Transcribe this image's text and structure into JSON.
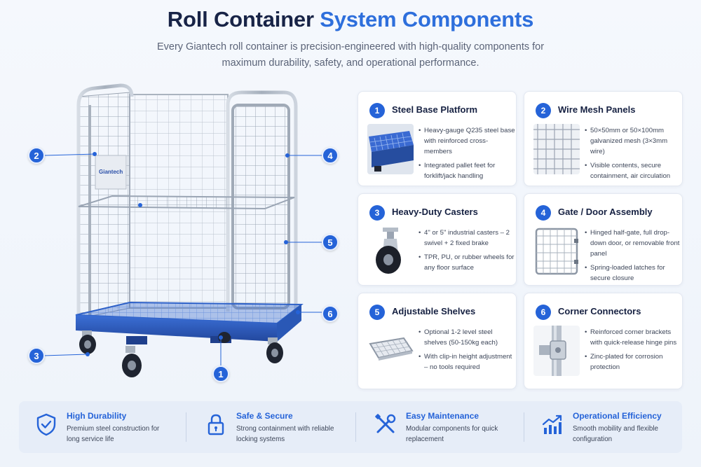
{
  "header": {
    "title_part1": "Roll Container",
    "title_part2": "System Components",
    "subtitle": "Every Giantech roll container is precision-engineered with high-quality components for maximum durability, safety, and operational performance."
  },
  "illustration": {
    "brand_label": "Giantech",
    "callouts": [
      "1",
      "2",
      "3",
      "4",
      "5",
      "6"
    ]
  },
  "components": [
    {
      "number": "1",
      "title": "Steel Base Platform",
      "icon": "steel-base-thumbnail",
      "bullets": [
        "Heavy-gauge Q235 steel base with reinforced cross-members",
        "Integrated pallet feet for forklift/jack handling"
      ]
    },
    {
      "number": "2",
      "title": "Wire Mesh Panels",
      "icon": "wire-mesh-thumbnail",
      "bullets": [
        "50×50mm or 50×100mm galvanized mesh (3×3mm wire)",
        "Visible contents, secure containment, air circulation"
      ]
    },
    {
      "number": "3",
      "title": "Heavy-Duty Casters",
      "icon": "caster-thumbnail",
      "bullets": [
        "4\" or 5\" industrial casters – 2 swivel + 2 fixed brake",
        "TPR, PU, or rubber wheels for any floor surface"
      ]
    },
    {
      "number": "4",
      "title": "Gate / Door Assembly",
      "icon": "gate-thumbnail",
      "bullets": [
        "Hinged half-gate, full drop-down door, or removable front panel",
        "Spring-loaded latches for secure closure"
      ]
    },
    {
      "number": "5",
      "title": "Adjustable Shelves",
      "icon": "shelf-thumbnail",
      "bullets": [
        "Optional 1-2 level steel shelves (50-150kg each)",
        "With clip-in height adjustment – no tools required"
      ]
    },
    {
      "number": "6",
      "title": "Corner Connectors",
      "icon": "corner-connector-thumbnail",
      "bullets": [
        "Reinforced corner brackets with quick-release hinge pins",
        "Zinc-plated for corrosion protection"
      ]
    }
  ],
  "features": [
    {
      "title": "High Durability",
      "text": "Premium steel construction for long service life",
      "icon": "shield-check-icon"
    },
    {
      "title": "Safe & Secure",
      "text": "Strong containment with reliable locking systems",
      "icon": "padlock-icon"
    },
    {
      "title": "Easy Maintenance",
      "text": "Modular components for quick replacement",
      "icon": "wrench-screwdriver-icon"
    },
    {
      "title": "Operational Efficiency",
      "text": "Smooth mobility and flexible configuration",
      "icon": "growth-chart-icon"
    }
  ],
  "colors": {
    "accent": "#2563d8",
    "title": "#182447",
    "base_blue": "#2f62c8",
    "feature_bar": "#e6edf8"
  }
}
